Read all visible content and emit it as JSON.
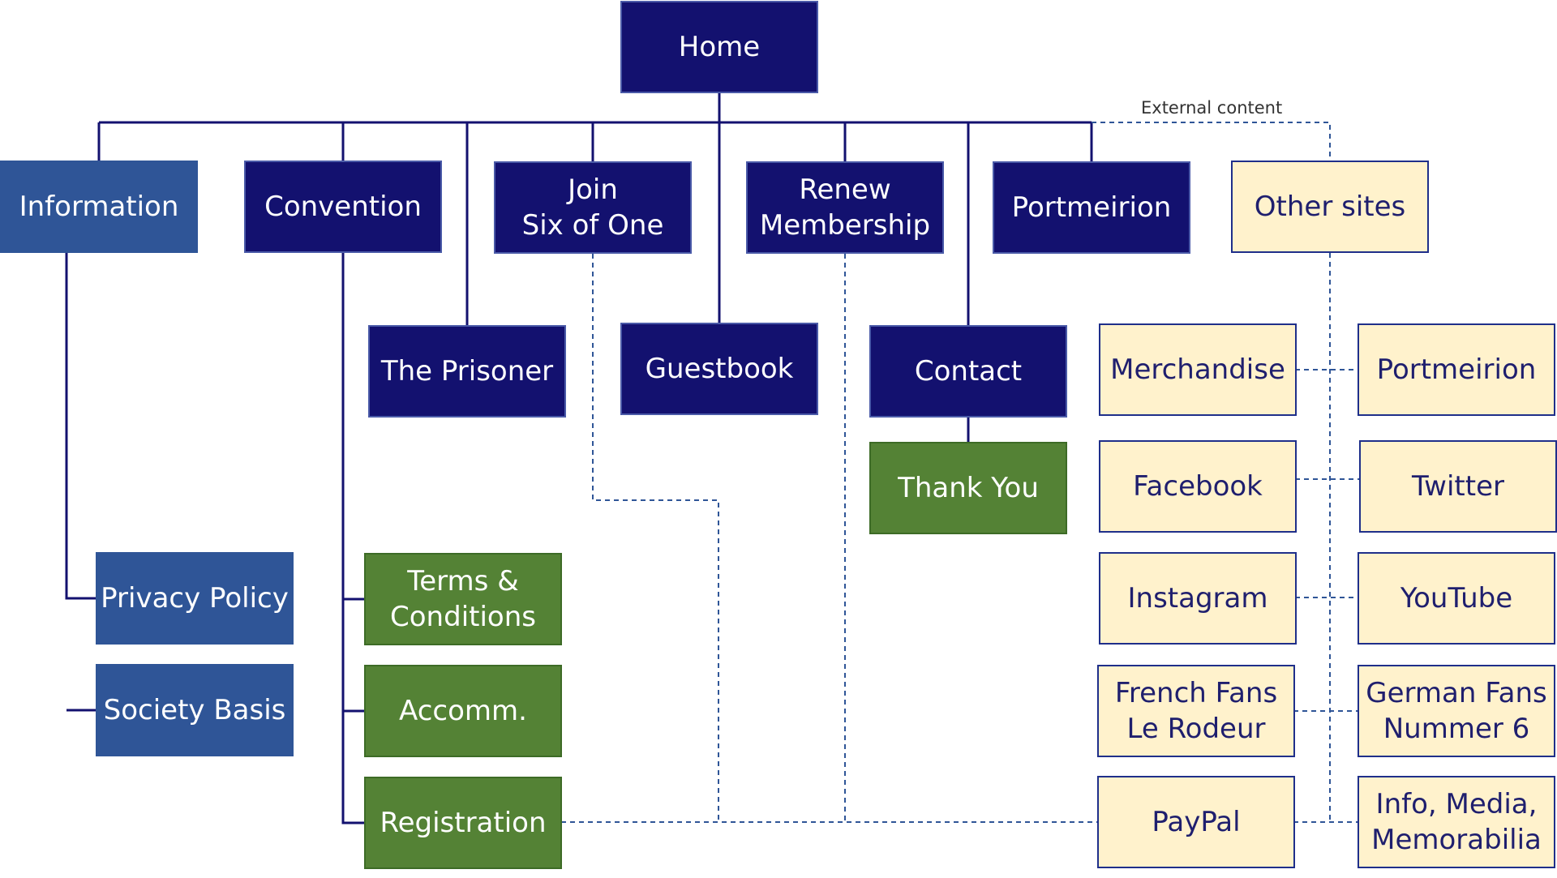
{
  "colors": {
    "primary": "#13116f",
    "info": "#2f5597",
    "secondary": "#548235",
    "external": "#fff2cc",
    "solid_line": "#13116f",
    "dashed_line": "#2f5597"
  },
  "external_label": "External content",
  "nodes": {
    "home": "Home",
    "information": "Information",
    "convention": "Convention",
    "join": "Join\nSix of One",
    "renew": "Renew\nMembership",
    "portmeirion_main": "Portmeirion",
    "other_sites": "Other sites",
    "the_prisoner": "The Prisoner",
    "guestbook": "Guestbook",
    "contact": "Contact",
    "thank_you": "Thank You",
    "privacy_policy": "Privacy Policy",
    "society_basis": "Society Basis",
    "terms": "Terms &\nConditions",
    "accomm": "Accomm.",
    "registration": "Registration",
    "merchandise": "Merchandise",
    "portmeirion_ext": "Portmeirion",
    "facebook": "Facebook",
    "twitter": "Twitter",
    "instagram": "Instagram",
    "youtube": "YouTube",
    "french_fans": "French Fans\nLe Rodeur",
    "german_fans": "German Fans\nNummer 6",
    "paypal": "PayPal",
    "info_media": "Info, Media,\nMemorabilia"
  }
}
